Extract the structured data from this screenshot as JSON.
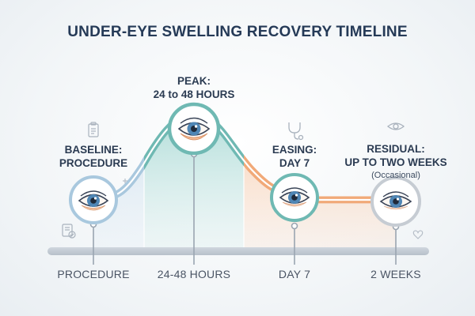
{
  "title": "UNDER-EYE SWELLING RECOVERY TIMELINE",
  "stages": [
    {
      "key": "baseline",
      "title": "BASELINE:",
      "detail": "PROCEDURE",
      "note": "",
      "axis_label": "PROCEDURE"
    },
    {
      "key": "peak",
      "title": "PEAK:",
      "detail": "24 to 48 HOURS",
      "note": "",
      "axis_label": "24-48 HOURS"
    },
    {
      "key": "easing",
      "title": "EASING:",
      "detail": "DAY 7",
      "note": "",
      "axis_label": "DAY 7"
    },
    {
      "key": "residual",
      "title": "RESIDUAL:",
      "detail": "UP TO TWO WEEKS",
      "note": "(Occasional)",
      "axis_label": "2 WEEKS"
    }
  ],
  "colors": {
    "title": "#253a57",
    "blue_segment": "#a9c8de",
    "teal_segment": "#6fb9b3",
    "orange_segment": "#f1a978",
    "axis": "#c3ccd5",
    "iris": "#4f86b5",
    "eyelid_fill": "#f4c7a8"
  },
  "icons": [
    "clipboard-icon",
    "checklist-icon",
    "stethoscope-icon",
    "eye-outline-icon",
    "heart-outline-icon",
    "plus-icon"
  ]
}
